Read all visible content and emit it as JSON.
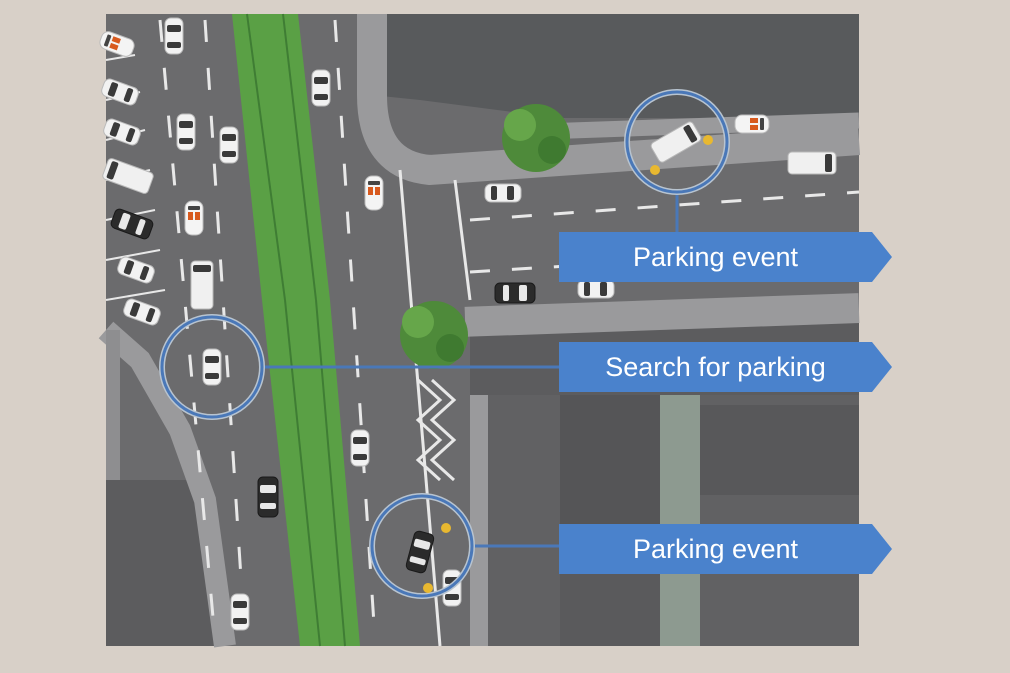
{
  "colors": {
    "background": "#d8d0c8",
    "road": "#6b6b6d",
    "building": "#5c5c5e",
    "sidewalk": "#9a9a9c",
    "median": "#5aa045",
    "marker_ring": "#4a78b8",
    "label_fill": "#4a82cc",
    "label_text": "#ffffff"
  },
  "labels": {
    "parking_event_top": "Parking event",
    "search_for_parking": "Search for parking",
    "parking_event_bottom": "Parking event"
  },
  "icons": [
    "car-icon",
    "tree-icon",
    "location-ring-icon"
  ]
}
